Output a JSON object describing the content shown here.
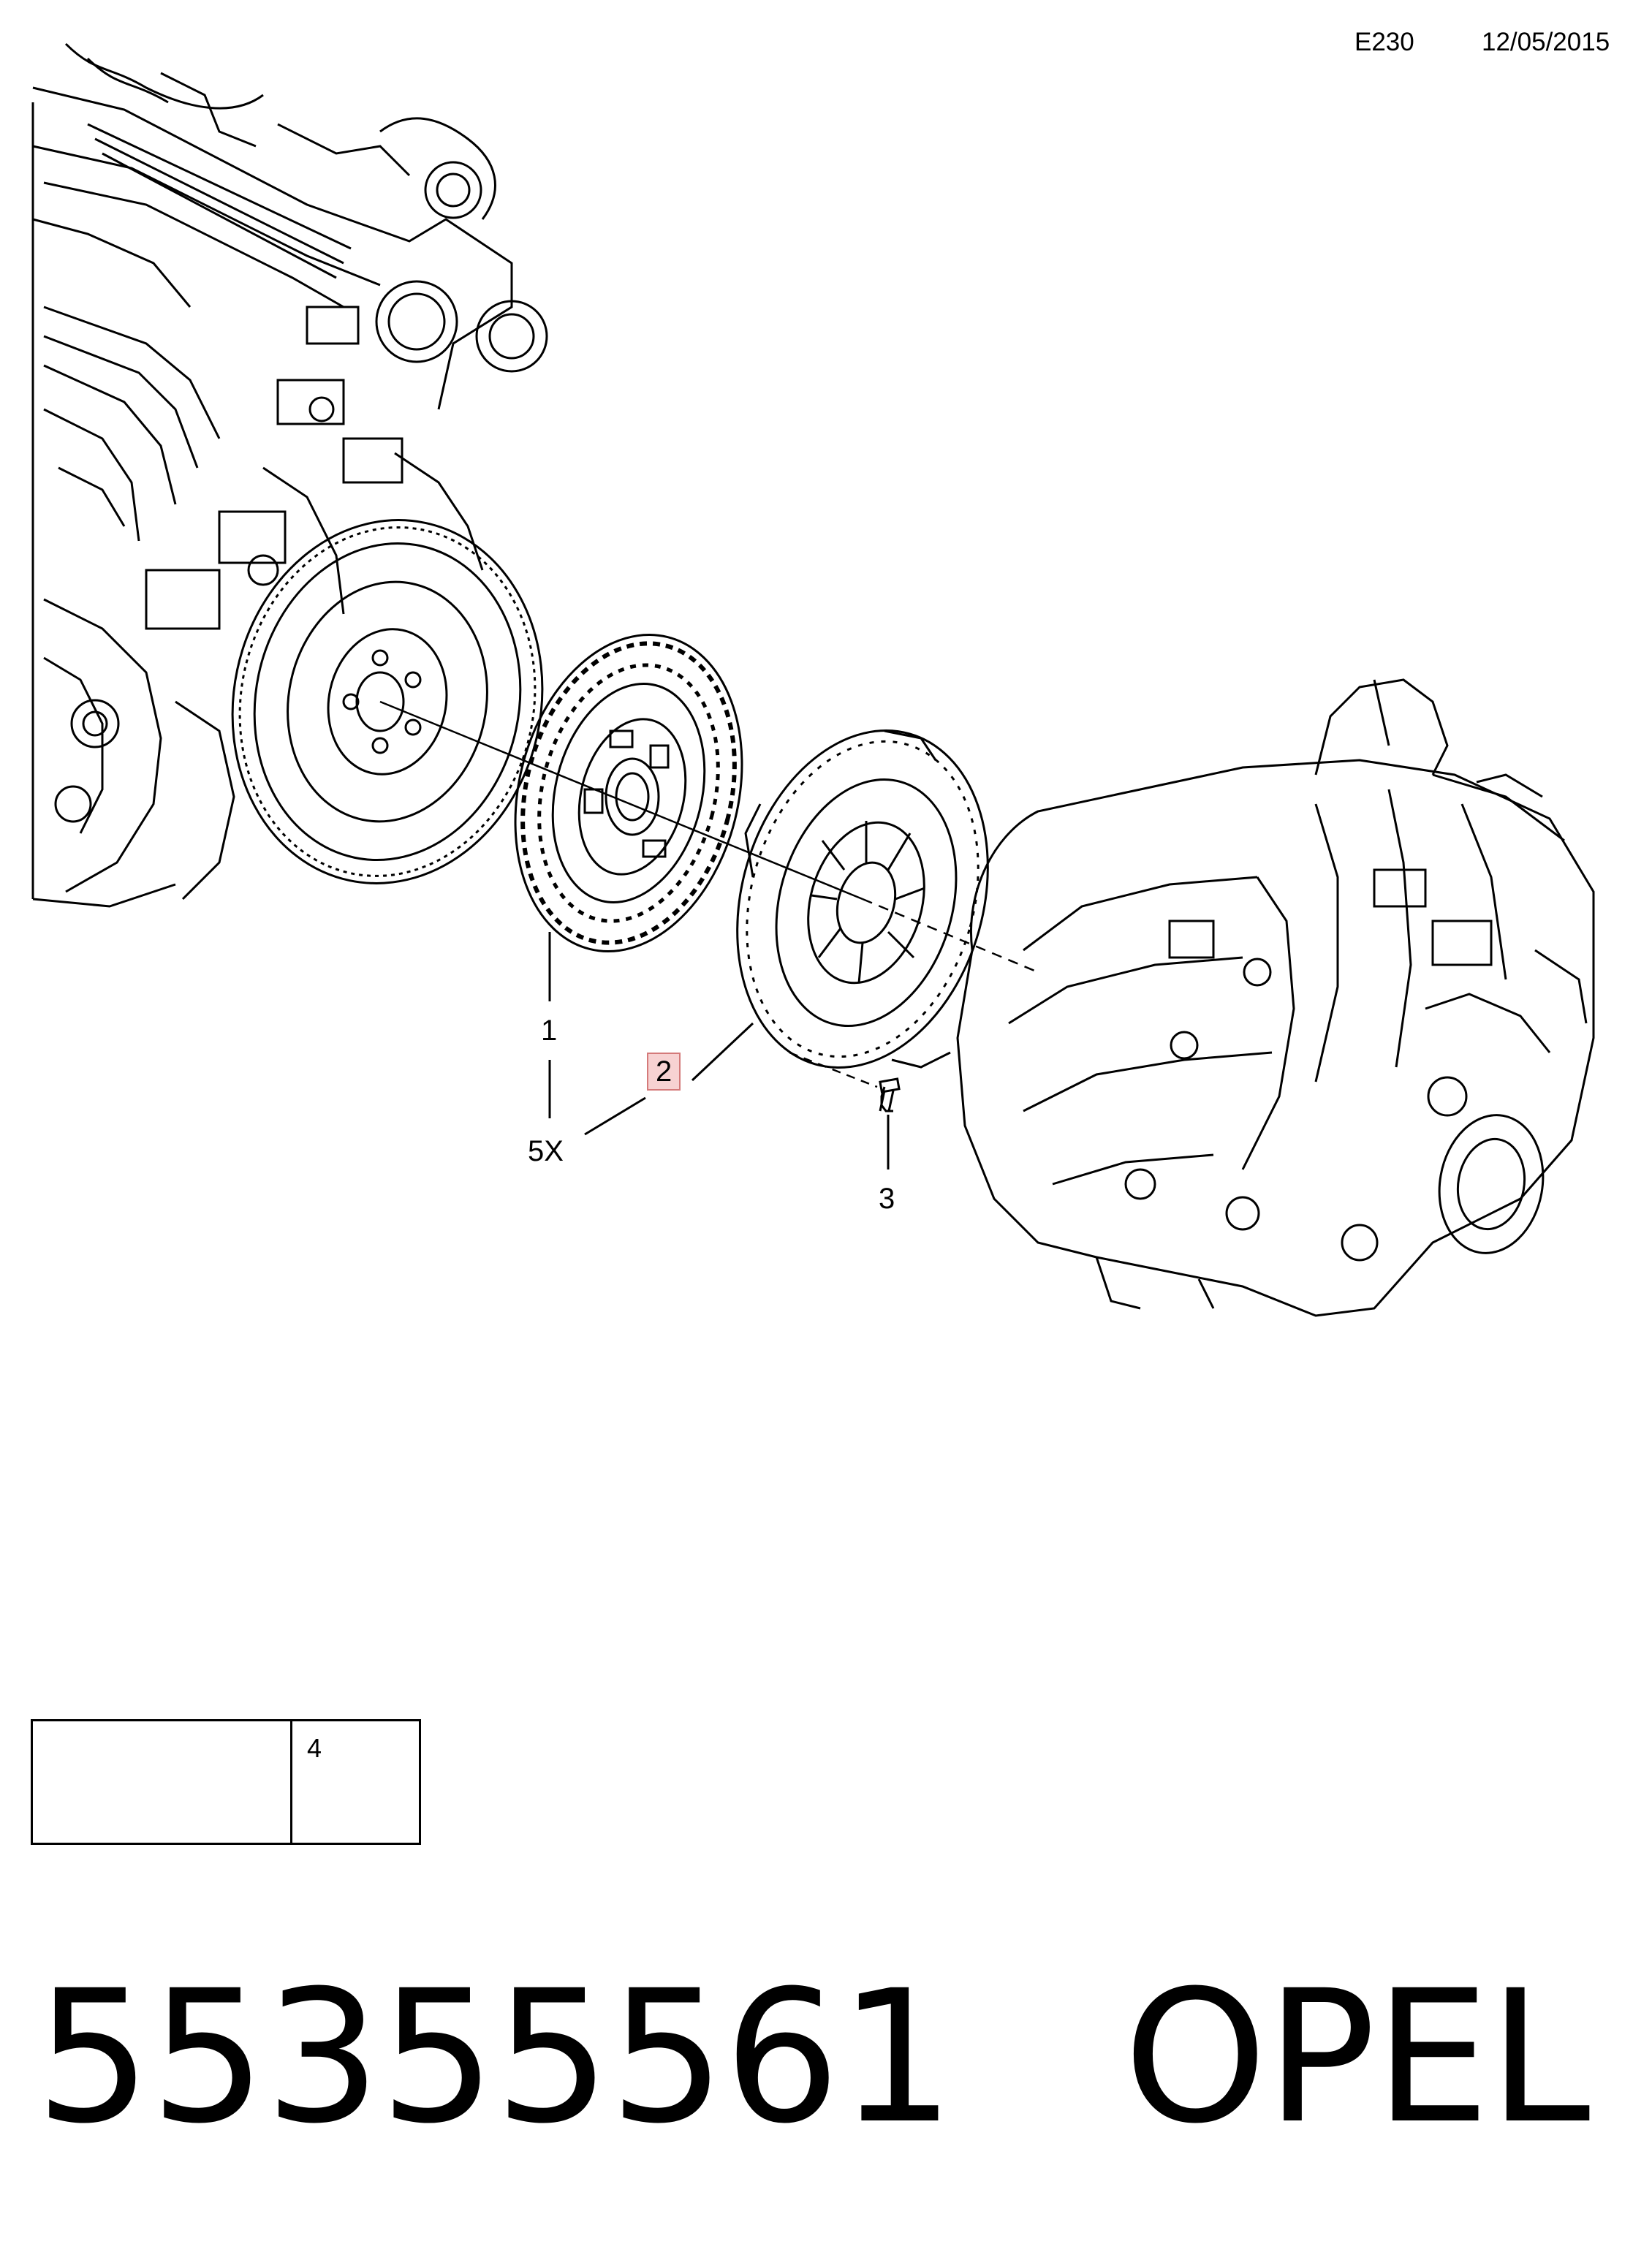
{
  "header": {
    "diagram_code": "E230",
    "date": "12/05/2015"
  },
  "callouts": {
    "c1": "1",
    "c2": "2",
    "c3": "3",
    "qty": "5X"
  },
  "legend": {
    "item_number": "4"
  },
  "footer": {
    "part_number": "55355561",
    "brand": "OPEL"
  },
  "colors": {
    "line": "#000000",
    "highlight_fill": "#f7d2d2",
    "highlight_border": "#d47a7a"
  }
}
